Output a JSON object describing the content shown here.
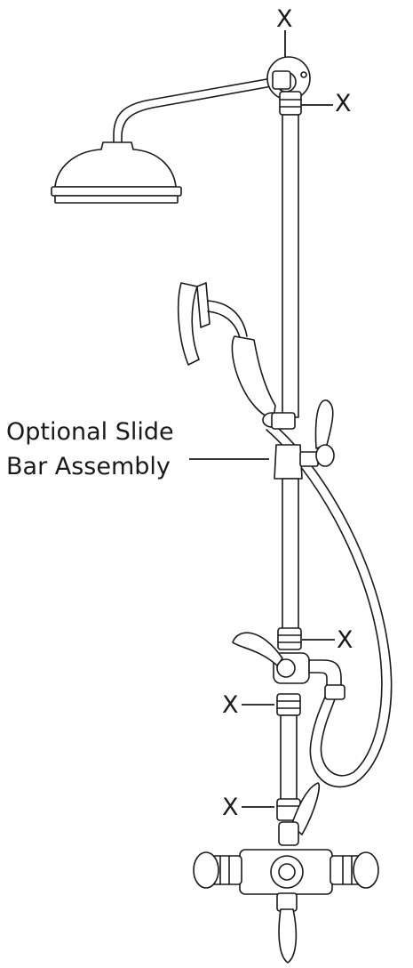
{
  "diagram": {
    "x_markers": [
      "X",
      "X",
      "X",
      "X",
      "X"
    ],
    "callout": {
      "line1": "Optional Slide",
      "line2": "Bar Assembly"
    }
  }
}
